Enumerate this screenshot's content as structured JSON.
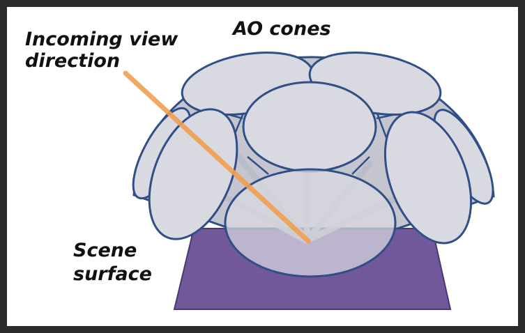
{
  "labels": {
    "view_direction_line1": "Incoming view",
    "view_direction_line2": "direction",
    "ao_cones": "AO cones",
    "scene_surface_line1": "Scene",
    "scene_surface_line2": "surface"
  },
  "colors": {
    "frame": "#2b2b2b",
    "background": "#ffffff",
    "cone_fill": "#d9d9e1",
    "cone_stroke": "#2f4f86",
    "dome_fill": "#c4c5cf",
    "surface_fill": "#71589a",
    "surface_stroke": "#4a3870",
    "view_arrow": "#f0a050",
    "ray": "#b8bcc6"
  }
}
